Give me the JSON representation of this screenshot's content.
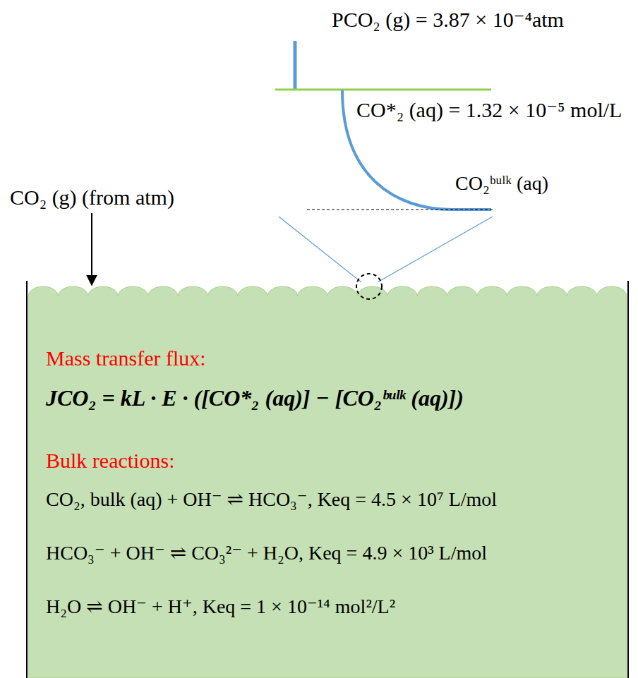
{
  "diagram": {
    "nodes": [
      {
        "text": [
          "Mass transfer flux:",
          "JCO₂ = kL · E · ([CO*₂ (aq)] − [CO₂ᵇᵘˡᵏ (aq)])",
          "Bulk reactions:",
          "CO₂, bulk (aq) + OH⁻ ⇌ HCO₃⁻, Keq = 4.5 × 10⁷ L/mol",
          "HCO₃⁻ + OH⁻ ⇌ CO₃²⁻ + H₂O, Keq = 4.9 × 10³ L/mol",
          "H₂O ⇌ OH⁻ + H⁺, Keq = 1 × 10⁻¹⁴ mol²/L²"
        ]
      }
    ],
    "labels": [
      "PCO₂ (g) = 3.87 × 10⁻⁴atm",
      "CO*₂ (aq) = 1.32 × 10⁻⁵ mol/L",
      "CO₂ᵇᵘˡᵏ (aq)",
      "CO₂ (g) (from atm)"
    ]
  }
}
